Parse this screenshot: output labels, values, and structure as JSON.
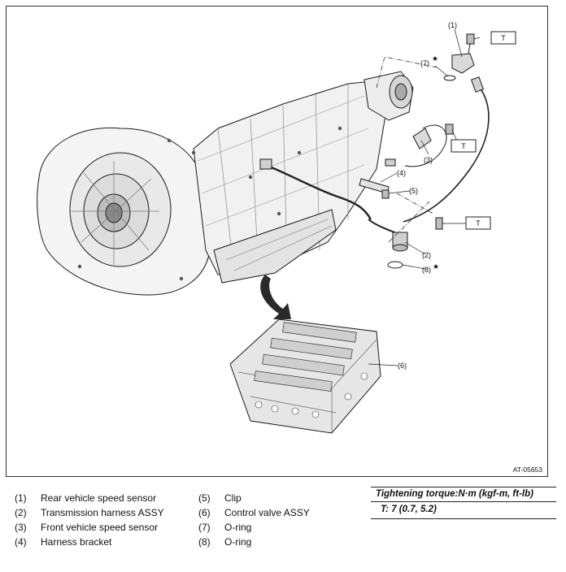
{
  "figure": {
    "figure_code": "AT-05653",
    "callouts": [
      "(1)",
      "(2)",
      "(3)",
      "(4)",
      "(5)",
      "(6)",
      "(7)",
      "(8)"
    ],
    "torque_marker": "T",
    "star_symbol": "★"
  },
  "legend": {
    "left": [
      {
        "num": "(1)",
        "label": "Rear vehicle speed sensor"
      },
      {
        "num": "(2)",
        "label": "Transmission harness ASSY"
      },
      {
        "num": "(3)",
        "label": "Front vehicle speed sensor"
      },
      {
        "num": "(4)",
        "label": "Harness bracket"
      }
    ],
    "right": [
      {
        "num": "(5)",
        "label": "Clip"
      },
      {
        "num": "(6)",
        "label": "Control valve ASSY"
      },
      {
        "num": "(7)",
        "label": "O-ring"
      },
      {
        "num": "(8)",
        "label": "O-ring"
      }
    ]
  },
  "torque": {
    "title": "Tightening torque:N·m (kgf-m, ft-lb)",
    "value": "T:   7 (0.7, 5.2)"
  }
}
